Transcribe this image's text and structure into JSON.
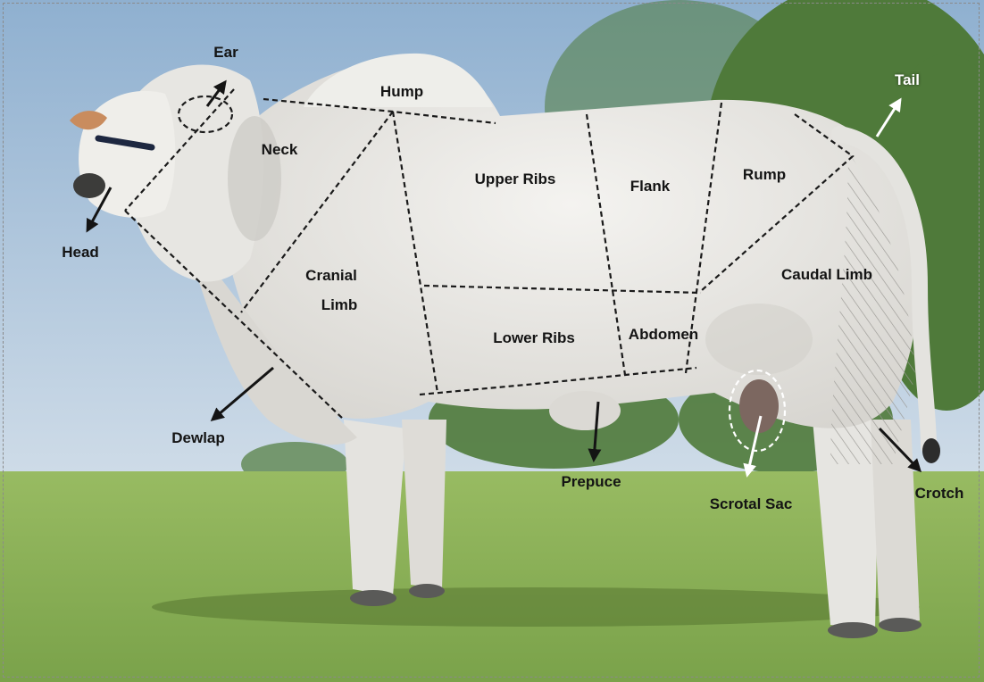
{
  "labels": {
    "ear": "Ear",
    "hump": "Hump",
    "tail": "Tail",
    "neck": "Neck",
    "head": "Head",
    "upper_ribs": "Upper Ribs",
    "flank": "Flank",
    "rump": "Rump",
    "cranial_limb_1": "Cranial",
    "cranial_limb_2": "Limb",
    "caudal_limb": "Caudal Limb",
    "lower_ribs": "Lower Ribs",
    "abdomen": "Abdomen",
    "dewlap": "Dewlap",
    "prepuce": "Prepuce",
    "scrotal_sac": "Scrotal Sac",
    "crotch": "Crotch"
  },
  "colors": {
    "sky_top": "#8fb0d0",
    "sky_bottom": "#c9d8e6",
    "grass": "#8fb35a",
    "grass_dark": "#6f9440",
    "tree": "#4f7a3a",
    "body": "#ecebe8",
    "shade": "#c9c7c2",
    "line": "#1a1a1a",
    "arrow_dark": "#141414",
    "arrow_light": "#ffffff"
  }
}
